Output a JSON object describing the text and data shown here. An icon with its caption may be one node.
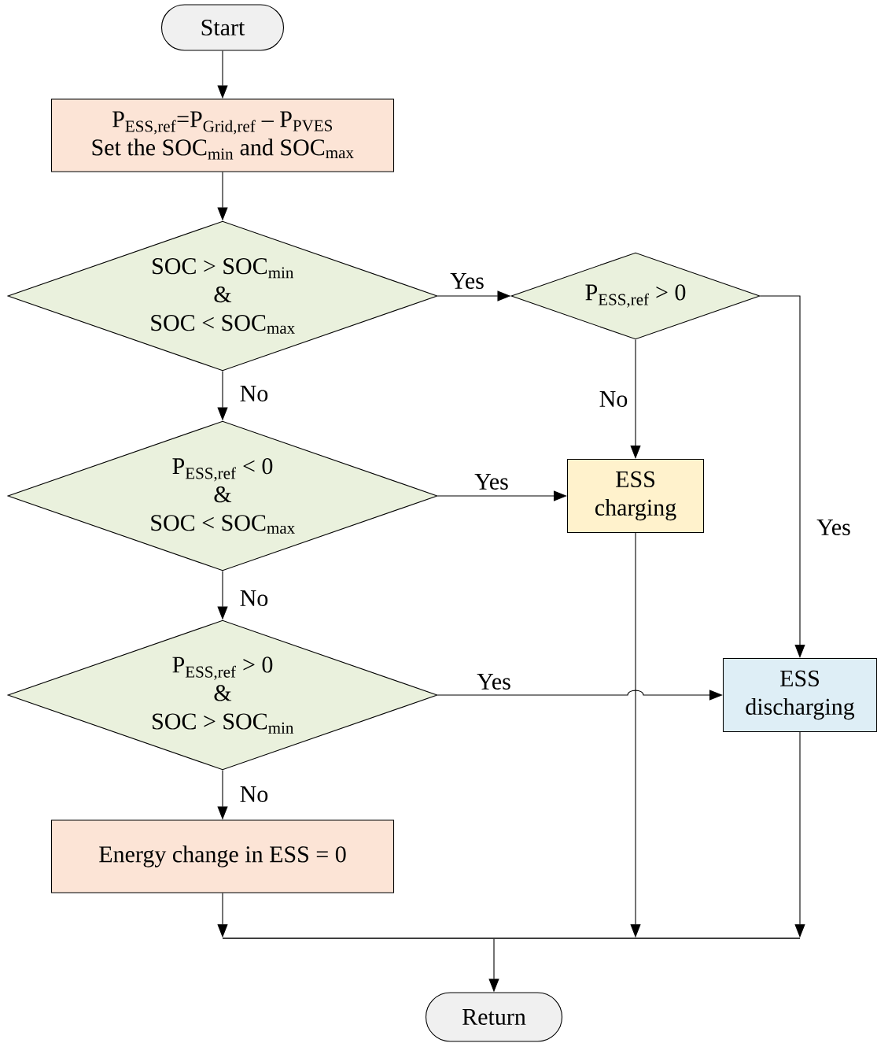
{
  "diagram": {
    "nodes": [
      {
        "text": [
          "Start"
        ]
      },
      {
        "text": [
          "P$_{ESS,ref}$=P$_{Grid,ref}$ – P$_{PVES}$",
          "Set the SOC$_{min}$ and SOC$_{max}$"
        ]
      },
      {
        "text": [
          "SOC > SOC$_{min}$",
          "&",
          "SOC < SOC$_{max}$"
        ]
      },
      {
        "text": [
          "P$_{ESS,ref}$ > 0"
        ]
      },
      {
        "text": [
          "P$_{ESS,ref}$ < 0",
          "&",
          "SOC < SOC$_{max}$"
        ]
      },
      {
        "text": [
          "ESS charging"
        ]
      },
      {
        "text": [
          "P$_{ESS,ref}$ > 0",
          "&",
          "SOC > SOC$_{min}$"
        ]
      },
      {
        "text": [
          "ESS discharging"
        ]
      },
      {
        "text": [
          "Energy change in ESS = 0"
        ]
      },
      {
        "text": [],
        "shape": "bar"
      },
      {
        "text": [
          "Return"
        ]
      }
    ],
    "edges": [
      {
        "from": 0,
        "to": 1,
        "arrow": "to"
      },
      {
        "from": 1,
        "to": 2,
        "arrow": "to"
      },
      {
        "from": 2,
        "to": 3,
        "arrow": "to",
        "label": "Yes"
      },
      {
        "from": 2,
        "to": 4,
        "arrow": "to",
        "label": "No"
      },
      {
        "from": 3,
        "to": 5,
        "arrow": "to",
        "label": "No"
      },
      {
        "from": 3,
        "to": 7,
        "arrow": "to",
        "label": "Yes"
      },
      {
        "from": 4,
        "to": 5,
        "arrow": "to",
        "label": "Yes"
      },
      {
        "from": 4,
        "to": 6,
        "arrow": "to",
        "label": "No"
      },
      {
        "from": 6,
        "to": 7,
        "arrow": "to",
        "label": "Yes"
      },
      {
        "from": 6,
        "to": 8,
        "arrow": "to",
        "label": "No"
      },
      {
        "from": 8,
        "to": 9,
        "arrow": "to"
      },
      {
        "from": 5,
        "to": 9,
        "arrow": "to"
      },
      {
        "from": 7,
        "to": 9,
        "arrow": "to"
      },
      {
        "from": 9,
        "to": 10,
        "arrow": "to"
      }
    ]
  }
}
